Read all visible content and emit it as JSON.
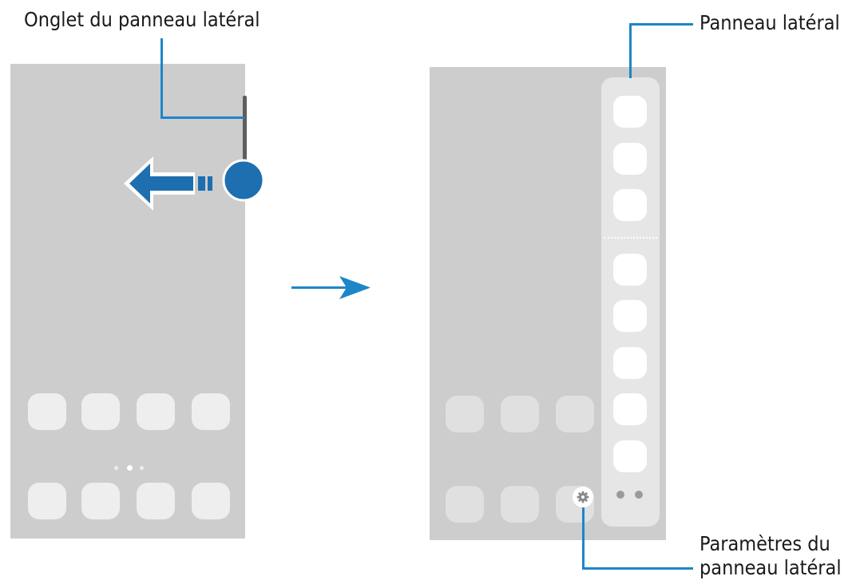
{
  "labels": {
    "handle_label": "Onglet du panneau latéral",
    "panel_label": "Panneau latéral",
    "settings_label_line1": "Paramètres du",
    "settings_label_line2": "panneau latéral"
  },
  "icons": {
    "swipe_arrow": "arrow-left-icon",
    "transition_arrow": "arrow-right-icon",
    "settings": "gear-icon"
  },
  "colors": {
    "accent": "#1d86c8",
    "screen": "#cdcdcd",
    "panel": "#e6e6e6",
    "app_icon": "#eeeeee"
  }
}
